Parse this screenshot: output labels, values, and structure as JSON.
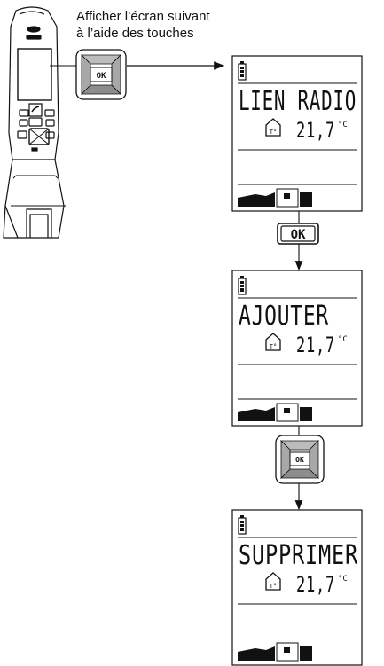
{
  "instruction": {
    "line1": "Afficher l’écran suivant",
    "line2": "à l’aide des touches"
  },
  "ok_key_label": "OK",
  "ok_button_label": "OK",
  "screens": [
    {
      "title": "LIEN RADIO",
      "temperature": "21,7",
      "unit": "°C"
    },
    {
      "title": "AJOUTER",
      "temperature": "21,7",
      "unit": "°C"
    },
    {
      "title": "SUPPRIMER",
      "temperature": "21,7",
      "unit": "°C"
    }
  ]
}
